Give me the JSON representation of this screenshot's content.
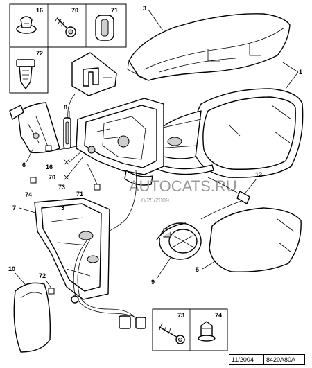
{
  "diagram": {
    "watermark": {
      "site": "AUTOCATS.RU",
      "date": "0/25/2009"
    },
    "callouts": [
      {
        "id": "c1",
        "label": "1"
      },
      {
        "id": "c3",
        "label": "3"
      },
      {
        "id": "c5",
        "label": "5"
      },
      {
        "id": "c6",
        "label": "6"
      },
      {
        "id": "c7",
        "label": "7"
      },
      {
        "id": "c8",
        "label": "8"
      },
      {
        "id": "c9",
        "label": "9"
      },
      {
        "id": "c10",
        "label": "10"
      },
      {
        "id": "c12",
        "label": "12"
      },
      {
        "id": "c16a",
        "label": "16"
      },
      {
        "id": "c16b",
        "label": "16"
      },
      {
        "id": "c70a",
        "label": "70"
      },
      {
        "id": "c70b",
        "label": "70"
      },
      {
        "id": "c71a",
        "label": "71"
      },
      {
        "id": "c71b",
        "label": "71"
      },
      {
        "id": "c72a",
        "label": "72"
      },
      {
        "id": "c72b",
        "label": "72"
      },
      {
        "id": "c73a",
        "label": "73"
      },
      {
        "id": "c73b",
        "label": "73"
      },
      {
        "id": "c74a",
        "label": "74"
      },
      {
        "id": "c74b",
        "label": "74"
      }
    ],
    "footer": {
      "date": "11/2004",
      "ref": "8420A80A"
    }
  }
}
